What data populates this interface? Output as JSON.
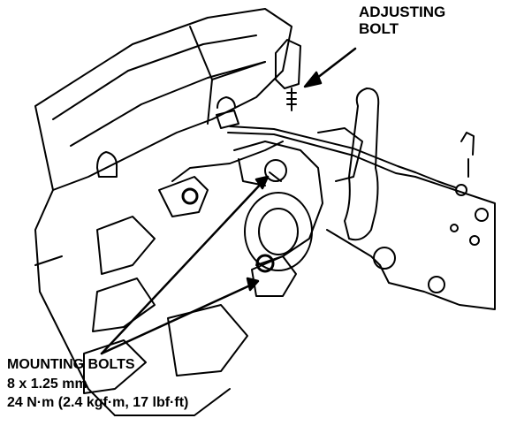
{
  "callouts": {
    "adjusting_bolt": {
      "line1": "ADJUSTING",
      "line2": "BOLT"
    },
    "mounting_bolts": {
      "title": "MOUNTING BOLTS",
      "size": "8 x 1.25 mm",
      "torque": "24 N·m (2.4 kgf·m, 17 lbf·ft)"
    }
  },
  "colors": {
    "ink": "#000000",
    "paper": "#ffffff"
  }
}
